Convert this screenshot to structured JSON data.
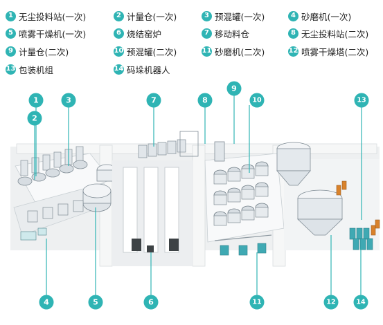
{
  "colors": {
    "accent": "#2fb4b4",
    "floor": "#d9dde0",
    "track": "#f1f2f3",
    "equipment": "#e9eef2",
    "text": "#222222"
  },
  "legend": [
    {
      "num": "1",
      "label": "无尘投料站(一次)"
    },
    {
      "num": "2",
      "label": "计量仓(一次)"
    },
    {
      "num": "3",
      "label": "预混罐(一次)"
    },
    {
      "num": "4",
      "label": "砂磨机(一次)"
    },
    {
      "num": "5",
      "label": "喷雾干燥机(一次)"
    },
    {
      "num": "6",
      "label": "烧结窑炉"
    },
    {
      "num": "7",
      "label": "移动料仓"
    },
    {
      "num": "8",
      "label": "无尘投料站(二次)"
    },
    {
      "num": "9",
      "label": "计量仓(二次)"
    },
    {
      "num": "10",
      "label": "预混罐(二次)"
    },
    {
      "num": "11",
      "label": "砂磨机(二次)"
    },
    {
      "num": "12",
      "label": "喷雾干燥塔(二次)"
    },
    {
      "num": "13",
      "label": "包装机组"
    },
    {
      "num": "14",
      "label": "码垛机器人"
    }
  ],
  "markers": [
    {
      "num": "1"
    },
    {
      "num": "2"
    },
    {
      "num": "3"
    },
    {
      "num": "7"
    },
    {
      "num": "8"
    },
    {
      "num": "9"
    },
    {
      "num": "10"
    },
    {
      "num": "13"
    },
    {
      "num": "4"
    },
    {
      "num": "5"
    },
    {
      "num": "6"
    },
    {
      "num": "11"
    },
    {
      "num": "12"
    },
    {
      "num": "14"
    }
  ]
}
